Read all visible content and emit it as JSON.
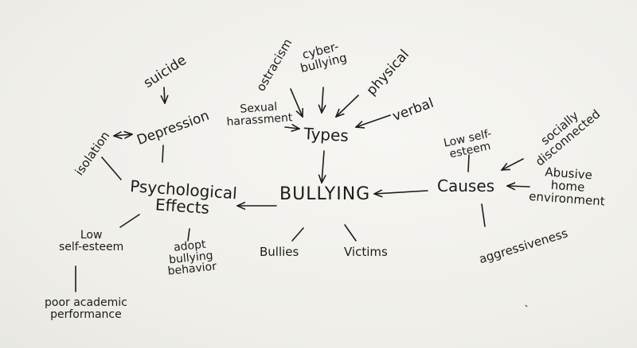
{
  "colors": {
    "ink": "#1c1c1c",
    "paper": "#f4f3ef"
  },
  "nodes": {
    "bullying": "BULLYING",
    "types": "Types",
    "causes": "Causes",
    "psych_effects": "Psychological\nEffects",
    "ostracism": "ostracism",
    "cyber_bullying": "cyber-\nbullying",
    "physical": "physical",
    "verbal": "verbal",
    "sexual_harassment": "Sexual\nharassment",
    "bullies": "Bullies",
    "victims": "Victims",
    "low_self_esteem_causes": "Low self-\nesteem",
    "socially_disconnected": "socially\ndisconnected",
    "abusive_home": "Abusive\nhome\nenvironment",
    "aggressiveness": "aggressiveness",
    "suicide": "suicide",
    "depression": "Depression",
    "isolation": "isolation",
    "low_self_esteem_effects": "Low\nself-esteem",
    "adopt_bullying": "adopt\nbullying\nbehavior",
    "poor_academic": "poor academic\nperformance"
  }
}
